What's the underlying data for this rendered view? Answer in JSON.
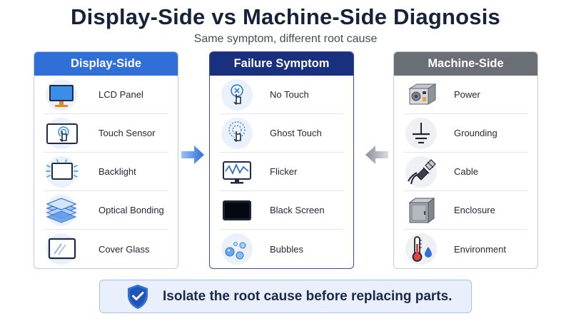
{
  "title": "Display-Side vs Machine-Side Diagnosis",
  "subtitle": "Same symptom, different root cause",
  "panels": {
    "display_side": {
      "header": "Display-Side",
      "items": [
        {
          "label": "LCD Panel",
          "icon": "lcd-panel-icon"
        },
        {
          "label": "Touch Sensor",
          "icon": "touch-sensor-icon"
        },
        {
          "label": "Backlight",
          "icon": "backlight-icon"
        },
        {
          "label": "Optical Bonding",
          "icon": "optical-bonding-icon"
        },
        {
          "label": "Cover Glass",
          "icon": "cover-glass-icon"
        }
      ]
    },
    "failure_symptom": {
      "header": "Failure Symptom",
      "items": [
        {
          "label": "No Touch",
          "icon": "no-touch-icon"
        },
        {
          "label": "Ghost Touch",
          "icon": "ghost-touch-icon"
        },
        {
          "label": "Flicker",
          "icon": "flicker-icon"
        },
        {
          "label": "Black Screen",
          "icon": "black-screen-icon"
        },
        {
          "label": "Bubbles",
          "icon": "bubbles-icon"
        }
      ]
    },
    "machine_side": {
      "header": "Machine-Side",
      "items": [
        {
          "label": "Power",
          "icon": "power-supply-icon"
        },
        {
          "label": "Grounding",
          "icon": "ground-icon"
        },
        {
          "label": "Cable",
          "icon": "cable-icon"
        },
        {
          "label": "Enclosure",
          "icon": "enclosure-icon"
        },
        {
          "label": "Environment",
          "icon": "thermometer-icon"
        }
      ]
    }
  },
  "banner": {
    "text": "Isolate the root cause before replacing parts.",
    "icon": "shield-check-icon"
  },
  "colors": {
    "display_header": "#2f6fd7",
    "symptom_header": "#19307e",
    "machine_header": "#6a6f76",
    "banner_bg": "#e9f0fb"
  }
}
